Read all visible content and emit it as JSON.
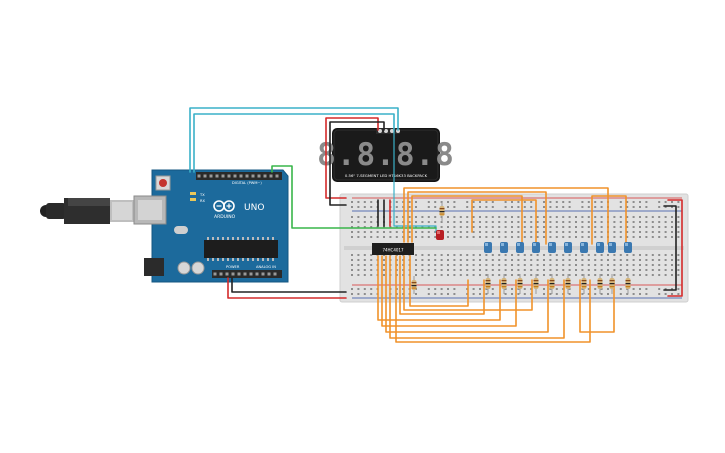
{
  "arduino": {
    "brand_text": "ARDUINO",
    "model_text": "UNO",
    "digital_header_text": "DIGITAL (PWM~)",
    "power_header_text": "POWER",
    "analog_header_text": "ANALOG IN",
    "tx_text": "TX",
    "rx_text": "RX"
  },
  "display": {
    "digits": "8.8.8.8",
    "backpack_text": "0.56\" 7-SEGMENT LED HT16K33 BACKPACK"
  },
  "ic": {
    "label": "74HC4017"
  },
  "colors": {
    "board_blue": "#1c6a9c",
    "wire_orange": "#f0922a",
    "wire_red": "#d42a2a",
    "wire_black": "#222222",
    "wire_cyan": "#3ab0c8",
    "wire_green": "#39b54a",
    "led_blue": "#3a78b0",
    "led_red": "#b81f24",
    "breadboard": "#e2e2e2"
  }
}
